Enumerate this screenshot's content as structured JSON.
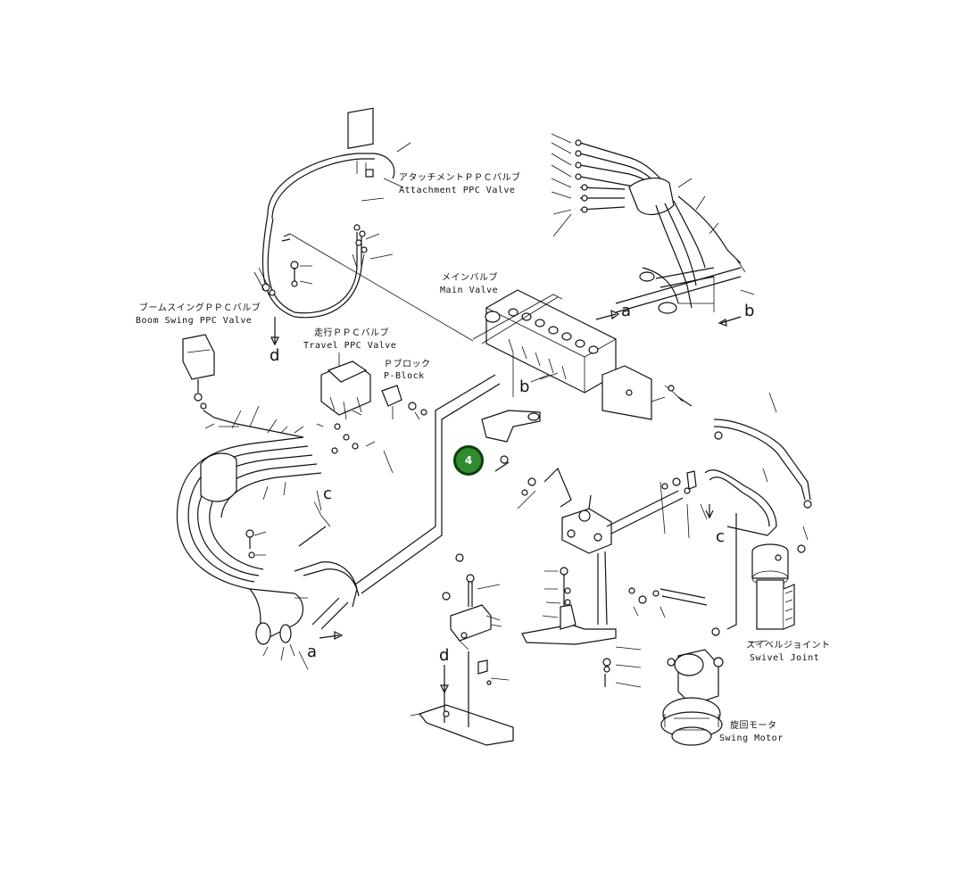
{
  "labels": {
    "attachment_jp": "アタッチメントＰＰＣバルブ",
    "attachment_en": "Attachment PPC Valve",
    "main_jp": "メインバルブ",
    "main_en": "Main Valve",
    "boom_jp": "ブームスイングＰＰＣバルブ",
    "boom_en": "Boom Swing PPC Valve",
    "travel_jp": "走行ＰＰＣバルブ",
    "travel_en": "Travel PPC Valve",
    "pblock_jp": "Ｐブロック",
    "pblock_en": "P-Block",
    "swivel_jp": "スイベルジョイント",
    "swivel_en": "Swivel Joint",
    "swing_jp": "旋回モータ",
    "swing_en": "Swing Motor"
  },
  "connection_marks": {
    "a1": "a",
    "a2": "a",
    "b1": "b",
    "b2": "b",
    "c1": "c",
    "c2": "c",
    "d1": "d",
    "d2": "d"
  },
  "callouts": [
    {
      "number": "4",
      "color": "#2e8b2e"
    }
  ]
}
